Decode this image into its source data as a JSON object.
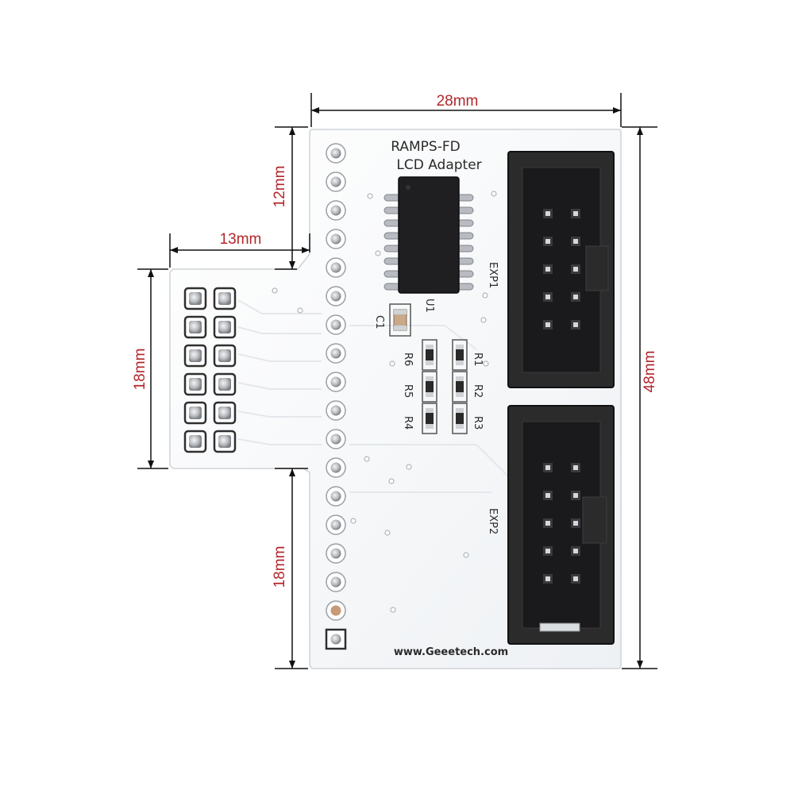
{
  "dimensions": {
    "width_top": "28mm",
    "height_right": "48mm",
    "height_top_left": "12mm",
    "offset_left": "13mm",
    "height_wing": "18mm",
    "height_bottom_left": "18mm"
  },
  "board": {
    "title_line1": "RAMPS-FD",
    "title_line2": "LCD Adapter",
    "website": "www.Geeetech.com",
    "connectors": {
      "exp1": "EXP1",
      "exp2": "EXP2"
    },
    "ic_label": "U1",
    "capacitor_label": "C1",
    "resistors": {
      "r1": "R1",
      "r2": "R2",
      "r3": "R3",
      "r4": "R4",
      "r5": "R5",
      "r6": "R6"
    }
  },
  "colors": {
    "dimension": "#b3262a",
    "pcb": "#f6f8fa",
    "connector": "#2b2b2b"
  }
}
